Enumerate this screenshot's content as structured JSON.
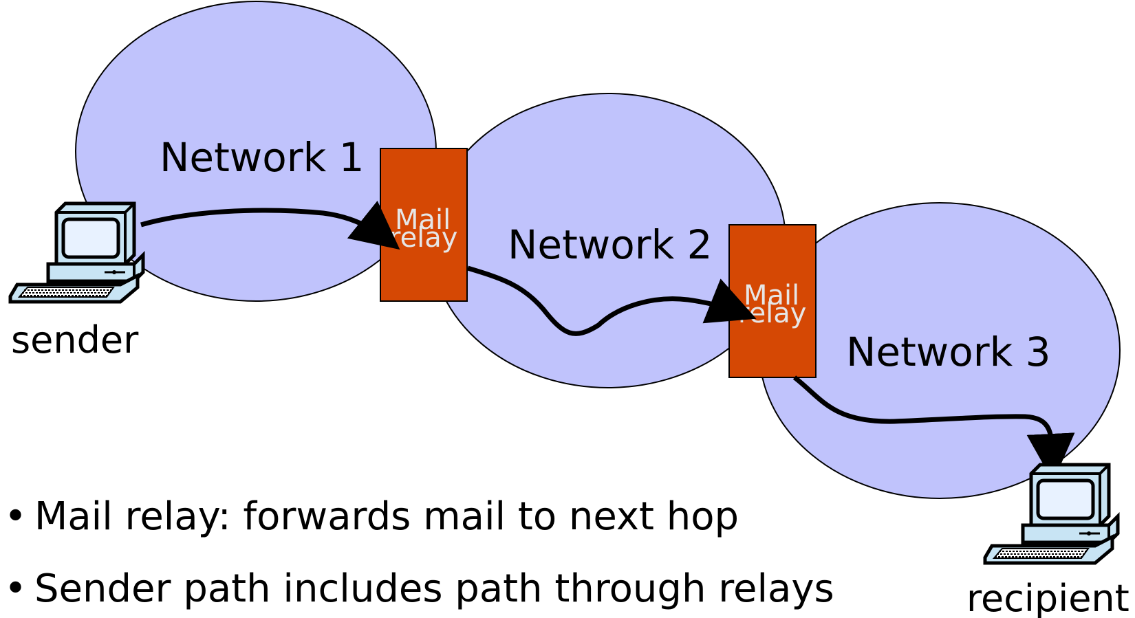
{
  "colors": {
    "network_fill": "#c0c3fc",
    "relay_fill": "#d54804",
    "relay_text": "#e6e6e6",
    "arrow": "#000000",
    "computer_screen": "#ddeeff",
    "computer_body": "#c8e4f4"
  },
  "networks": [
    {
      "label": "Network 1"
    },
    {
      "label": "Network 2"
    },
    {
      "label": "Network 3"
    }
  ],
  "relays": [
    {
      "line1": "Mail",
      "line2": "relay"
    },
    {
      "line1": "Mail",
      "line2": "relay"
    }
  ],
  "hosts": {
    "sender": {
      "label": "sender",
      "icon": "desktop-computer-icon"
    },
    "recipient": {
      "label": "recipient",
      "icon": "desktop-computer-icon"
    }
  },
  "bullets": [
    {
      "symbol": "•",
      "text": "Mail relay: forwards mail to next hop"
    },
    {
      "symbol": "•",
      "text": "Sender path includes path through relays"
    }
  ]
}
